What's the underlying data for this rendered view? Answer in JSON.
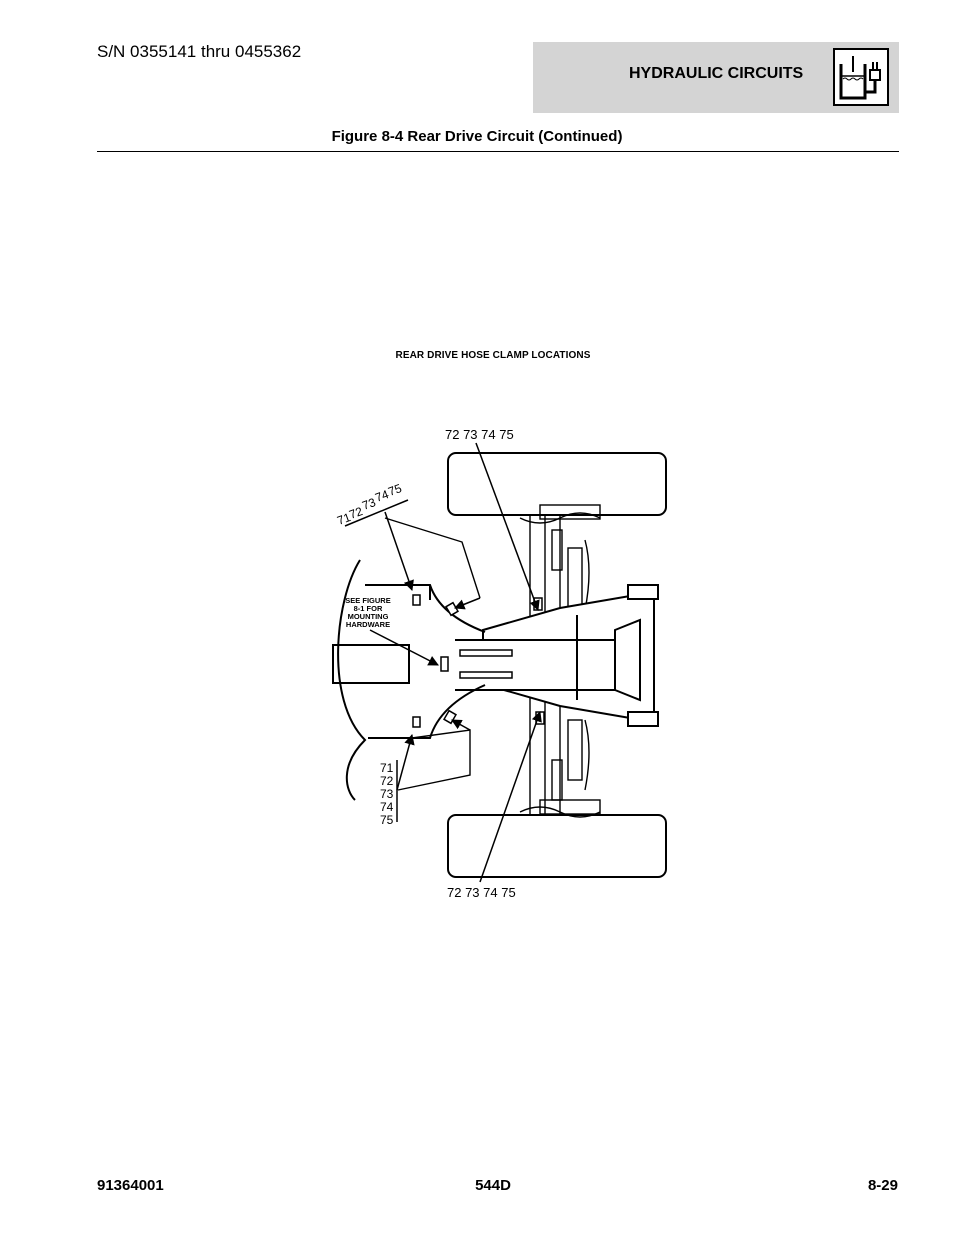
{
  "header": {
    "serial_range": "S/N 0355141 thru 0455362",
    "section_title": "HYDRAULIC CIRCUITS",
    "section_icon": "hydraulic-reservoir-icon"
  },
  "figure": {
    "caption": "Figure 8-4 Rear Drive Circuit (Continued)",
    "diagram_title": "REAR DRIVE HOSE CLAMP LOCATIONS",
    "callouts": {
      "top_right": "72 73 74 75",
      "bottom_right": "72 73 74 75",
      "upper_left": [
        "71",
        "72",
        "73",
        "74",
        "75"
      ],
      "lower_left": [
        "71",
        "72",
        "73",
        "74",
        "75"
      ],
      "note_lines": [
        "SEE FIGURE",
        "8-1 FOR",
        "MOUNTING",
        "HARDWARE"
      ]
    }
  },
  "footer": {
    "doc_number": "91364001",
    "model": "544D",
    "page": "8-29"
  }
}
